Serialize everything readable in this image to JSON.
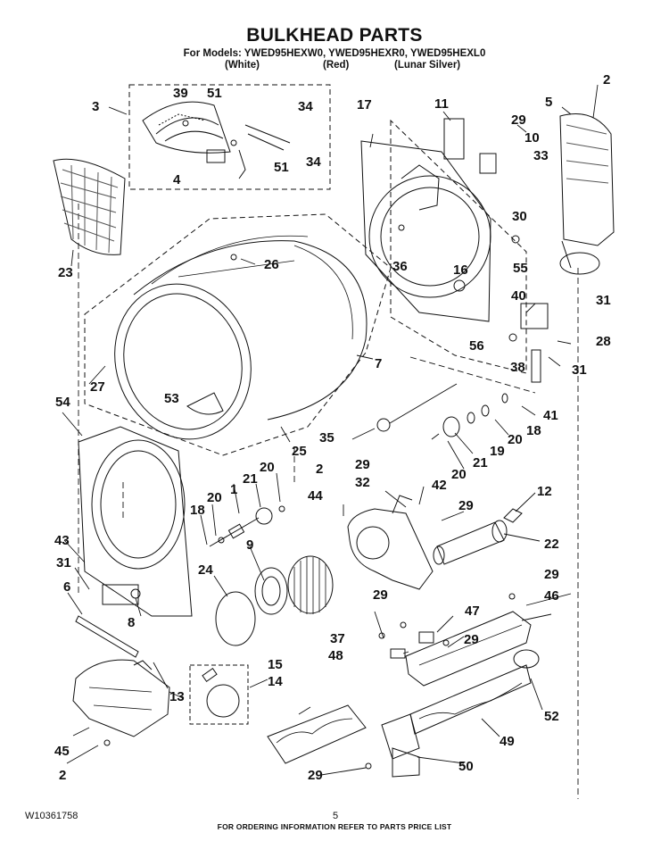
{
  "header": {
    "title": "BULKHEAD PARTS",
    "models_line": "For Models: YWED95HEXW0, YWED95HEXR0, YWED95HEXL0",
    "color_white": "(White)",
    "color_red": "(Red)",
    "color_silver": "(Lunar Silver)"
  },
  "footer": {
    "ordering_note": "FOR ORDERING INFORMATION REFER TO PARTS PRICE LIST",
    "document_number": "W10361758",
    "page_number": "5"
  },
  "callouts": [
    "3",
    "39",
    "51",
    "34",
    "51",
    "34",
    "4",
    "17",
    "11",
    "29",
    "10",
    "33",
    "5",
    "2",
    "23",
    "26",
    "36",
    "16",
    "30",
    "55",
    "40",
    "31",
    "28",
    "56",
    "38",
    "31",
    "27",
    "7",
    "53",
    "35",
    "41",
    "25",
    "18",
    "20",
    "19",
    "21",
    "20",
    "54",
    "2",
    "29",
    "32",
    "42",
    "44",
    "29",
    "12",
    "20",
    "1",
    "18",
    "21",
    "20",
    "22",
    "43",
    "31",
    "9",
    "24",
    "6",
    "8",
    "37",
    "29",
    "46",
    "29",
    "47",
    "13",
    "48",
    "29",
    "15",
    "14",
    "45",
    "52",
    "49",
    "2",
    "50",
    "29"
  ],
  "colors": {
    "ink": "#111111",
    "paper": "#ffffff",
    "mesh": "#555555"
  }
}
